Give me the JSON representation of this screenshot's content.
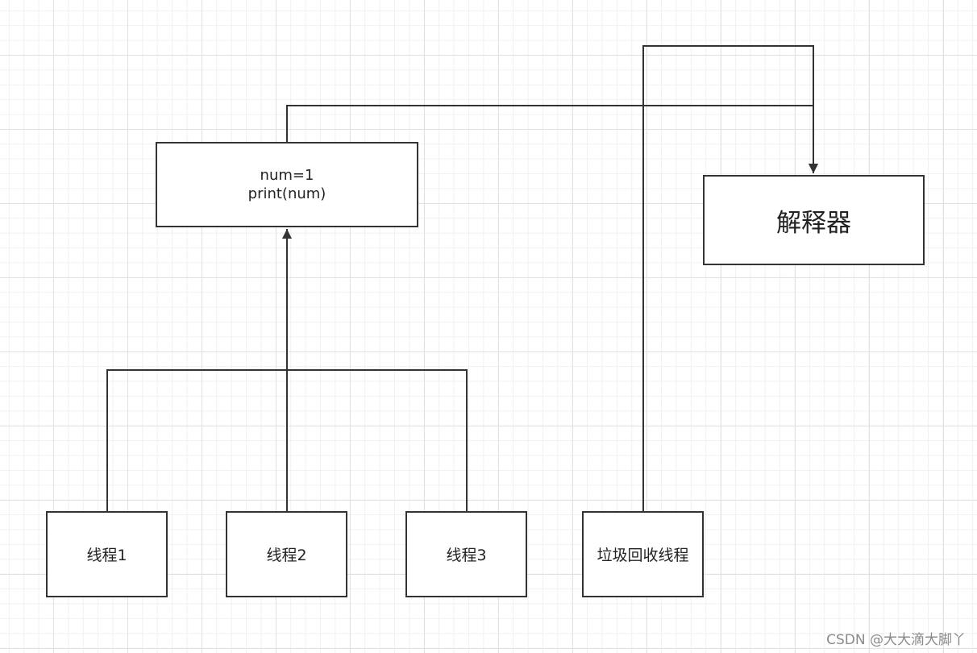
{
  "code_block": {
    "line1": "num=1",
    "line2": "print(num)"
  },
  "interpreter": {
    "label": "解释器"
  },
  "threads": [
    {
      "label": "线程1"
    },
    {
      "label": "线程2"
    },
    {
      "label": "线程3"
    }
  ],
  "gc_thread": {
    "label": "垃圾回收线程"
  },
  "watermark": "CSDN @大大滴大脚丫",
  "colors": {
    "stroke": "#333333",
    "grid_major": "#e2e2e2",
    "grid_minor": "#f1f1f1",
    "background": "#ffffff"
  }
}
